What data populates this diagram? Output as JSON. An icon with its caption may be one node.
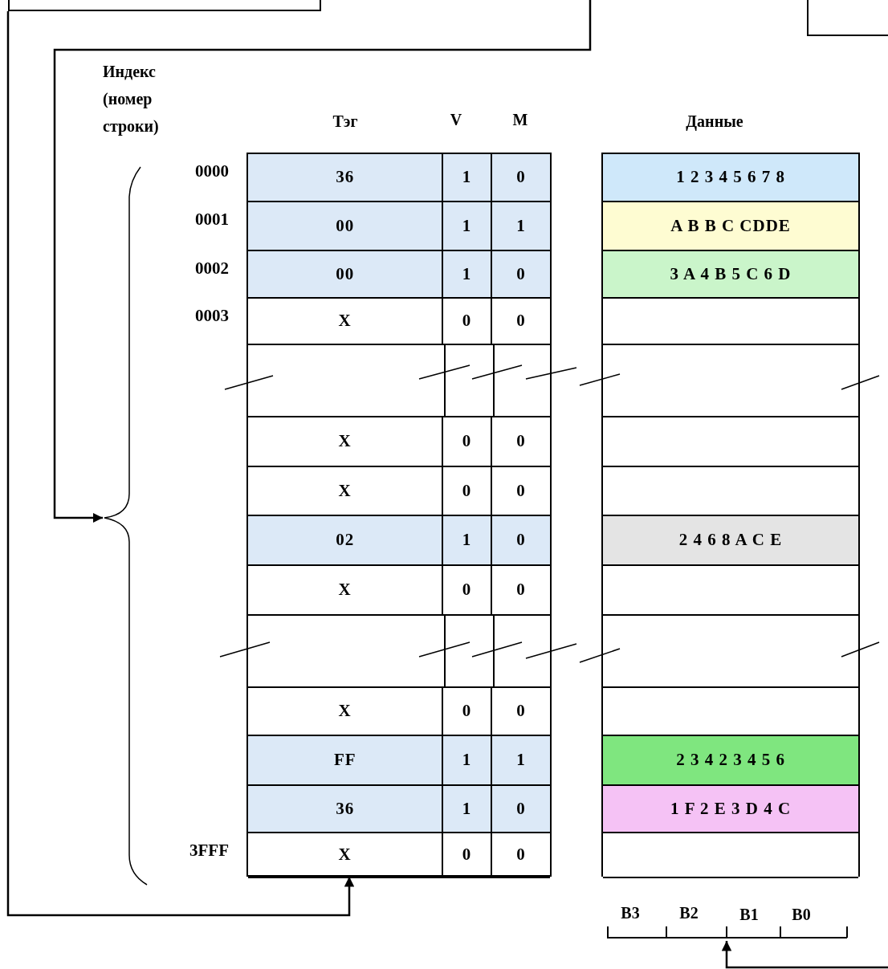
{
  "diagram": {
    "nodes": [
      {
        "text": [],
        "shape": "box"
      },
      {
        "text": [],
        "shape": "box"
      },
      {
        "text": [],
        "shape": "brace"
      },
      {
        "text": [],
        "shape": "box"
      },
      {
        "text": [
          "36",
          "1",
          "0"
        ],
        "in": 3,
        "beside": [
          "0000"
        ]
      },
      {
        "text": [
          "00",
          "1",
          "1"
        ],
        "in": 3,
        "beside": [
          "0001"
        ]
      },
      {
        "text": [
          "00",
          "1",
          "0"
        ],
        "in": 3,
        "beside": [
          "0002"
        ]
      },
      {
        "text": [
          "X",
          "0",
          "0"
        ],
        "in": 3,
        "beside": [
          "0003"
        ]
      },
      {
        "text": [],
        "shape": "box",
        "in": 3
      },
      {
        "text": [
          "X",
          "0",
          "0"
        ],
        "in": 3
      },
      {
        "text": [
          "X",
          "0",
          "0"
        ],
        "in": 3
      },
      {
        "text": [
          "02",
          "1",
          "0"
        ],
        "in": 3
      },
      {
        "text": [
          "X",
          "0",
          "0"
        ],
        "in": 3
      },
      {
        "text": [],
        "shape": "box",
        "in": 3
      },
      {
        "text": [
          "X",
          "0",
          "0"
        ],
        "in": 3
      },
      {
        "text": [
          "FF",
          "1",
          "1"
        ],
        "in": 3
      },
      {
        "text": [
          "36",
          "1",
          "0"
        ],
        "in": 3
      },
      {
        "text": [
          "X",
          "0",
          "0"
        ],
        "in": 3,
        "beside": [
          "3FFF"
        ]
      },
      {
        "text": [],
        "shape": "box"
      },
      {
        "text": [
          "1 2 3 4 5 6 7 8"
        ],
        "in": 18
      },
      {
        "text": [
          "A B B C CDDE"
        ],
        "in": 18
      },
      {
        "text": [
          "3 A 4 B 5 C 6 D"
        ],
        "in": 18
      },
      {
        "text": [],
        "shape": "box",
        "in": 18
      },
      {
        "text": [],
        "shape": "box",
        "in": 18
      },
      {
        "text": [],
        "shape": "box",
        "in": 18
      },
      {
        "text": [],
        "shape": "box",
        "in": 18
      },
      {
        "text": [
          "2 4 6 8 A C E"
        ],
        "in": 18
      },
      {
        "text": [],
        "shape": "box",
        "in": 18
      },
      {
        "text": [],
        "shape": "box",
        "in": 18
      },
      {
        "text": [],
        "shape": "box",
        "in": 18
      },
      {
        "text": [
          "2 3 4 2 3 4 5 6"
        ],
        "in": 18
      },
      {
        "text": [
          "1 F 2 E 3 D 4 C"
        ],
        "in": 18
      },
      {
        "text": [],
        "shape": "box",
        "in": 18
      },
      {
        "text": [],
        "shape": "bar"
      }
    ],
    "edges": [
      {
        "from": null,
        "to": 2,
        "arrow": "to"
      },
      {
        "from": 0,
        "to": 3,
        "arrow": "to"
      },
      {
        "from": null,
        "to": 33,
        "arrow": "to"
      }
    ],
    "labels": [
      "Индекс (номер строки)",
      "Тэг",
      "V",
      "M",
      "Данные",
      "B3",
      "B2",
      "B1",
      "B0"
    ]
  }
}
